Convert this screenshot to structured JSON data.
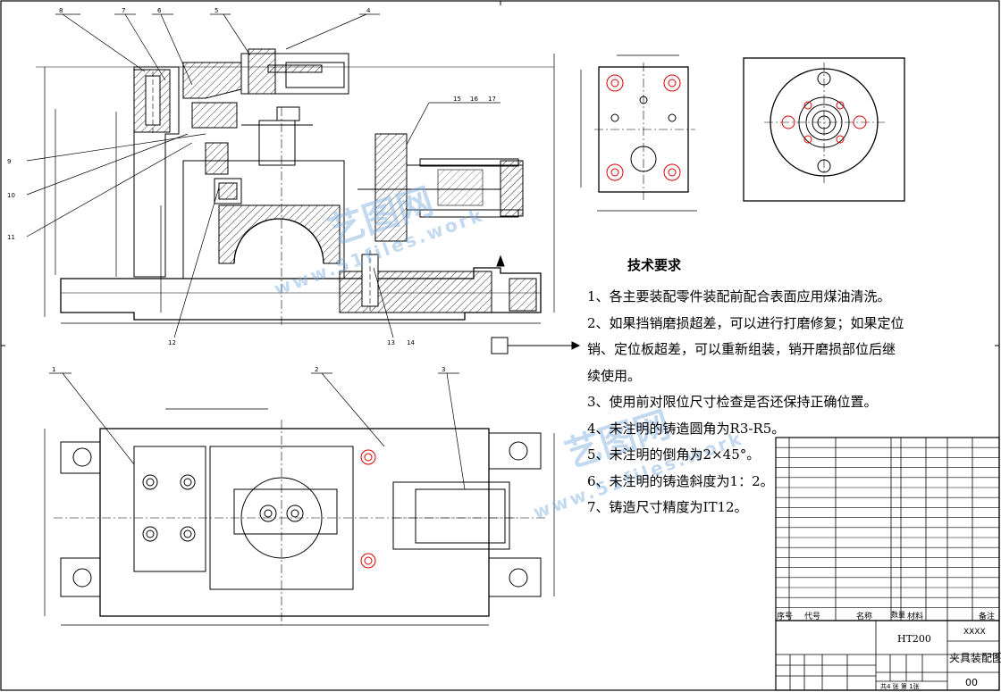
{
  "tech_requirements": {
    "title": "技术要求",
    "items": [
      "1、各主要装配零件装配前配合表面应用煤油清洗。",
      "2、如果挡销磨损超差，可以进行打磨修复；如果定位",
      "销、定位板超差，可以重新组装，销开磨损部位后继",
      "续使用。",
      "3、使用前对限位尺寸检查是否还保持正确位置。",
      "4、未注明的铸造圆角为R3-R5。",
      "5、未注明的倒角为2×45°。",
      "6、未注明的铸造斜度为1：2。",
      "7、铸造尺寸精度为IT12。"
    ]
  },
  "balloons": {
    "top": [
      "8",
      "7",
      "6",
      "5",
      "4"
    ],
    "right": [
      "15",
      "16",
      "17"
    ],
    "left": [
      "9",
      "10",
      "11"
    ],
    "bottom": [
      "12",
      "13",
      "14"
    ],
    "plan": [
      "1",
      "2",
      "3"
    ]
  },
  "title_block": {
    "material": "HT200",
    "name": "夹具装配图",
    "code": "XXXX",
    "sheet_no": "00",
    "headers": {
      "seq": "序号",
      "code": "代号",
      "name": "名称",
      "qty": "数量",
      "material": "材料",
      "remark": "备注"
    },
    "sheets": "共4 张 第 1张"
  },
  "watermark": {
    "brand": "艺图网",
    "url": "www.51files.work"
  }
}
